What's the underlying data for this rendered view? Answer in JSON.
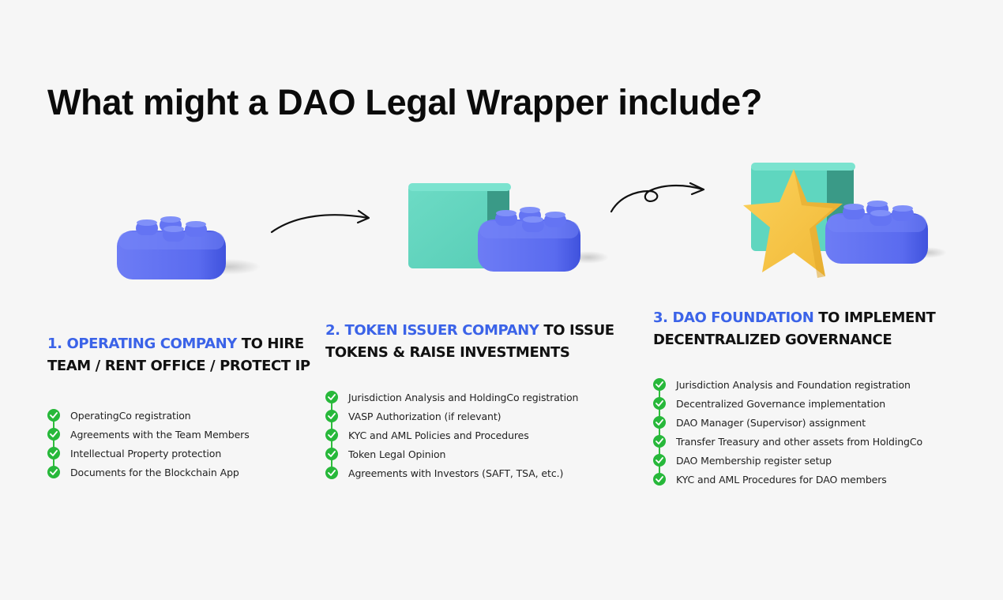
{
  "title": "What might a DAO Legal Wrapper include?",
  "colors": {
    "accent_blue": "#3b63e8",
    "check_green": "#27b83a",
    "brick_blue": "#5b6cf0",
    "cube_teal": "#5fd6bf",
    "star_yellow": "#f7c544",
    "background": "#f6f6f6"
  },
  "sections": [
    {
      "number": "1.",
      "accent": "OPERATING COMPANY",
      "rest_line1": " TO HIRE",
      "line2": "TEAM / RENT OFFICE / PROTECT IP",
      "illustration": "blue-brick",
      "items": [
        "OperatingCo registration",
        "Agreements with the Team Members",
        "Intellectual Property protection",
        "Documents for the Blockchain App"
      ]
    },
    {
      "number": "2.",
      "accent": "TOKEN ISSUER COMPANY",
      "rest_line1": " TO ISSUE",
      "line2": "TOKENS & RAISE INVESTMENTS",
      "illustration": "teal-cube-and-blue-brick",
      "items": [
        "Jurisdiction Analysis and HoldingCo registration",
        "VASP Authorization (if relevant)",
        "KYC and AML Policies and Procedures",
        "Token Legal Opinion",
        "Agreements with Investors (SAFT, TSA, etc.)"
      ]
    },
    {
      "number": "3.",
      "accent": "DAO FOUNDATION",
      "rest_line1": " TO IMPLEMENT",
      "line2": "DECENTRALIZED GOVERNANCE",
      "illustration": "star-cube-and-blue-brick",
      "items": [
        "Jurisdiction Analysis and Foundation registration",
        "Decentralized Governance implementation",
        "DAO Manager (Supervisor) assignment",
        "Transfer Treasury and other assets from HoldingCo",
        "DAO Membership register setup",
        "KYC and AML Procedures for DAO members"
      ]
    }
  ],
  "arrows": [
    "curved-arrow",
    "loop-arrow"
  ]
}
